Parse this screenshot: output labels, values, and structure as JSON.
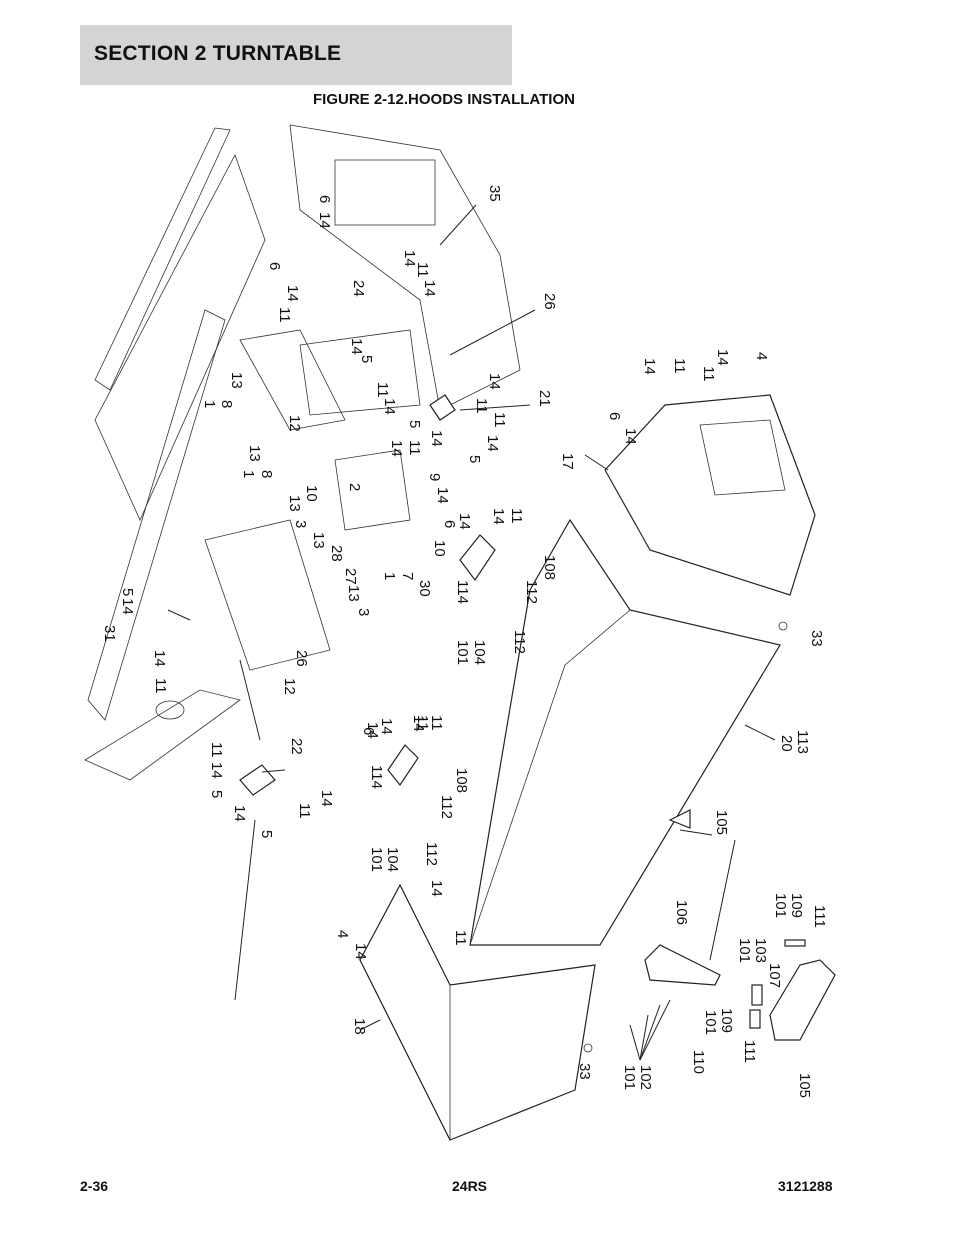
{
  "header": {
    "section": "SECTION 2   TURNTABLE"
  },
  "figure": {
    "title": "FIGURE 2-12.HOODS INSTALLATION"
  },
  "callouts": [
    "35",
    "6",
    "14",
    "6",
    "14",
    "24",
    "11",
    "14",
    "14",
    "11",
    "26",
    "14",
    "14",
    "5",
    "11",
    "21",
    "1",
    "8",
    "13",
    "12",
    "14",
    "11",
    "5",
    "5",
    "14",
    "14",
    "11",
    "14",
    "11",
    "13",
    "1",
    "8",
    "9",
    "14",
    "2",
    "10",
    "13",
    "3",
    "13",
    "6",
    "10",
    "14",
    "14",
    "11",
    "27",
    "28",
    "7",
    "1",
    "13",
    "3",
    "30",
    "114",
    "108",
    "112",
    "112",
    "101",
    "104",
    "31",
    "14",
    "5",
    "14",
    "26",
    "12",
    "11",
    "14",
    "11",
    "22",
    "11",
    "14",
    "5",
    "14",
    "14",
    "11",
    "5",
    "6",
    "14",
    "14",
    "11",
    "108",
    "114",
    "112",
    "101",
    "104",
    "112",
    "14",
    "4",
    "11",
    "14",
    "18",
    "33",
    "17",
    "6",
    "14",
    "14",
    "11",
    "11",
    "14",
    "4",
    "33",
    "20",
    "113",
    "105",
    "106",
    "101",
    "109",
    "111",
    "101",
    "103",
    "107",
    "101",
    "109",
    "110",
    "111",
    "101",
    "102",
    "105"
  ],
  "footer": {
    "page": "2-36",
    "model": "24RS",
    "doc_number": "3121288"
  }
}
